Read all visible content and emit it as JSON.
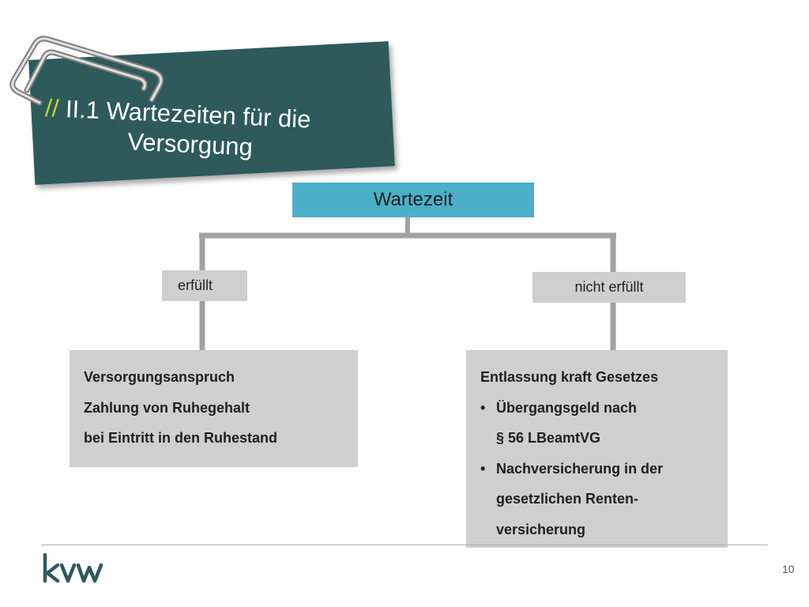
{
  "title": {
    "prefix": "//",
    "line1": "II.1 Wartezeiten für die",
    "line2": "Versorgung"
  },
  "diagram": {
    "root": "Wartezeit",
    "branches": [
      {
        "condition": "erfüllt",
        "outcome_lines": [
          "Versorgungsanspruch",
          "Zahlung von Ruhegehalt",
          "bei Eintritt in den Ruhestand"
        ]
      },
      {
        "condition": "nicht erfüllt",
        "outcome_heading": "Entlassung kraft Gesetzes",
        "bullets": [
          {
            "symbol": "•",
            "lines": [
              "Übergangsgeld nach",
              "§ 56 LBeamtVG"
            ]
          },
          {
            "symbol": "•",
            "lines": [
              "Nachversicherung in der",
              "gesetzlichen Renten-",
              "versicherung"
            ]
          }
        ]
      }
    ]
  },
  "footer": {
    "logo_text": "kvw",
    "page_number": "10"
  },
  "colors": {
    "title_card": "#2e5a5c",
    "accent_slashes": "#c1d82f",
    "root_box": "#4bafc9",
    "boxes": "#cfcfcf",
    "connector": "#a2a2a2",
    "logo": "#2e5a5c"
  },
  "icons": [
    "paperclip-icon",
    "kvw-logo"
  ]
}
